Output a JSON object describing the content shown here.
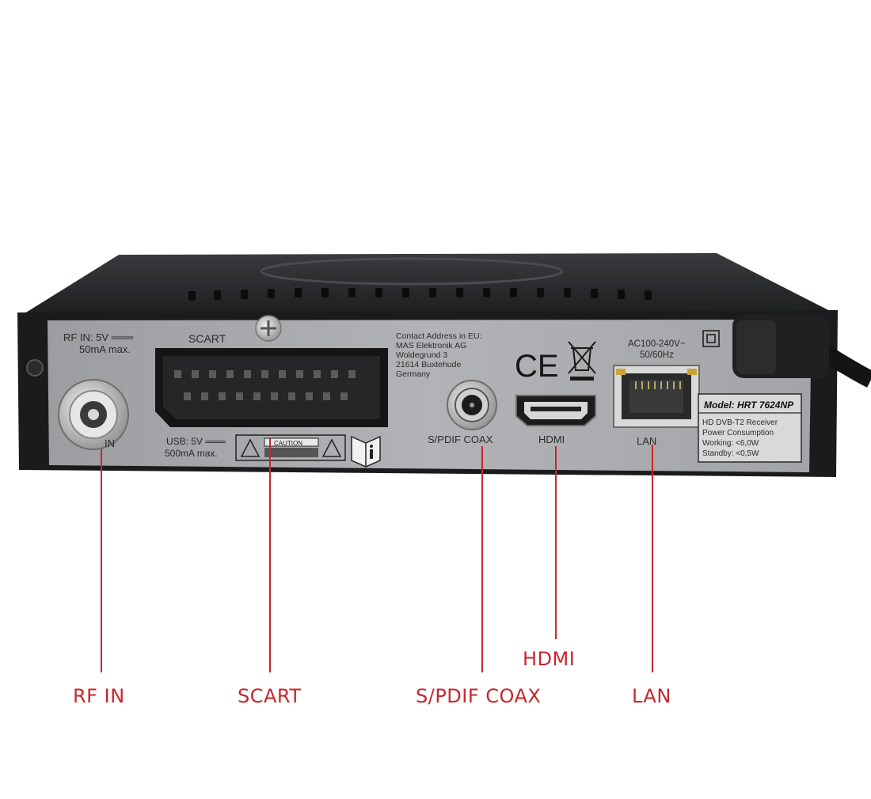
{
  "panel": {
    "rf_spec_1": "RF IN: 5V ═══",
    "rf_spec_2": "50mA max.",
    "scart_label": "SCART",
    "rf_port_label": "IN",
    "usb_spec_1": "USB: 5V ═══",
    "usb_spec_2": "500mA max.",
    "caution_title": "CAUTION",
    "contact_title": "Contact Address in EU:",
    "contact_company": "MAS Elektronik AG",
    "contact_street": "Woldegrund 3",
    "contact_city": "21614 Buxtehude",
    "contact_country": "Germany",
    "ce_mark": "CE",
    "power_spec_1": "AC100-240V~",
    "power_spec_2": "50/60Hz",
    "spdif_port_label": "S/PDIF COAX",
    "hdmi_port_label": "HDMI",
    "lan_port_label": "LAN",
    "model_label": "Model: HRT 7624NP",
    "model_desc": "HD DVB-T2 Receiver",
    "power_consumption": "Power Consumption",
    "working": "Working: <6,0W",
    "standby": "Standby: <0,5W"
  },
  "callouts": {
    "rf_in": "RF IN",
    "scart": "SCART",
    "spdif": "S/PDIF COAX",
    "hdmi": "HDMI",
    "lan": "LAN"
  },
  "colors": {
    "callout": "#c8262c",
    "panel": "#a8a9ab",
    "casing": "#1c1c1e"
  }
}
